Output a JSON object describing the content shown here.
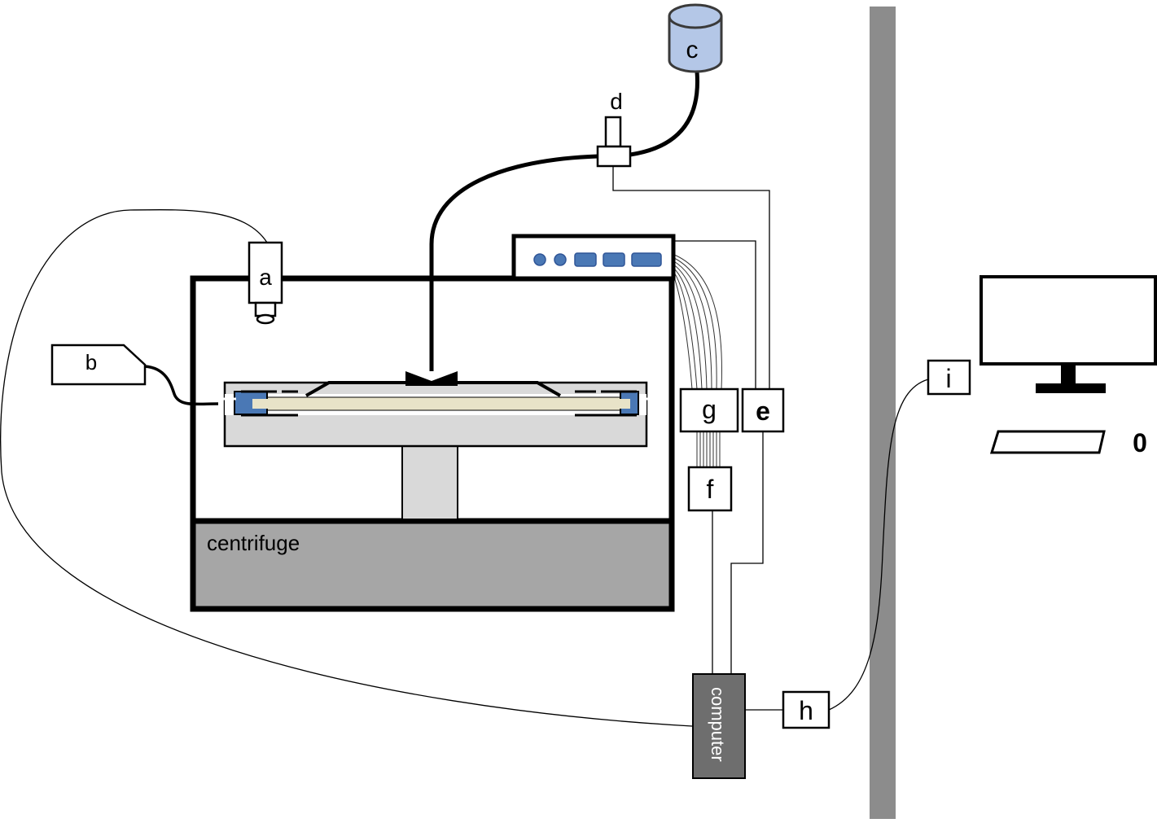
{
  "labels": {
    "a": "a",
    "b": "b",
    "c": "c",
    "d": "d",
    "e": "e",
    "f": "f",
    "g": "g",
    "h": "h",
    "i": "i",
    "centrifuge": "centrifuge",
    "computer": "computer",
    "mouse_glyph": "0"
  },
  "colors": {
    "outline": "#000000",
    "centrifuge_base": "#a6a6a6",
    "computer_box": "#6e6e6e",
    "wall": "#8c8c8c",
    "rotor_gray": "#d9d9d9",
    "sample_blue": "#4a78b5",
    "sample_cream": "#e8e3c8",
    "reservoir_fill": "#b4c7e7",
    "reservoir_stroke": "#3a3a3a"
  }
}
